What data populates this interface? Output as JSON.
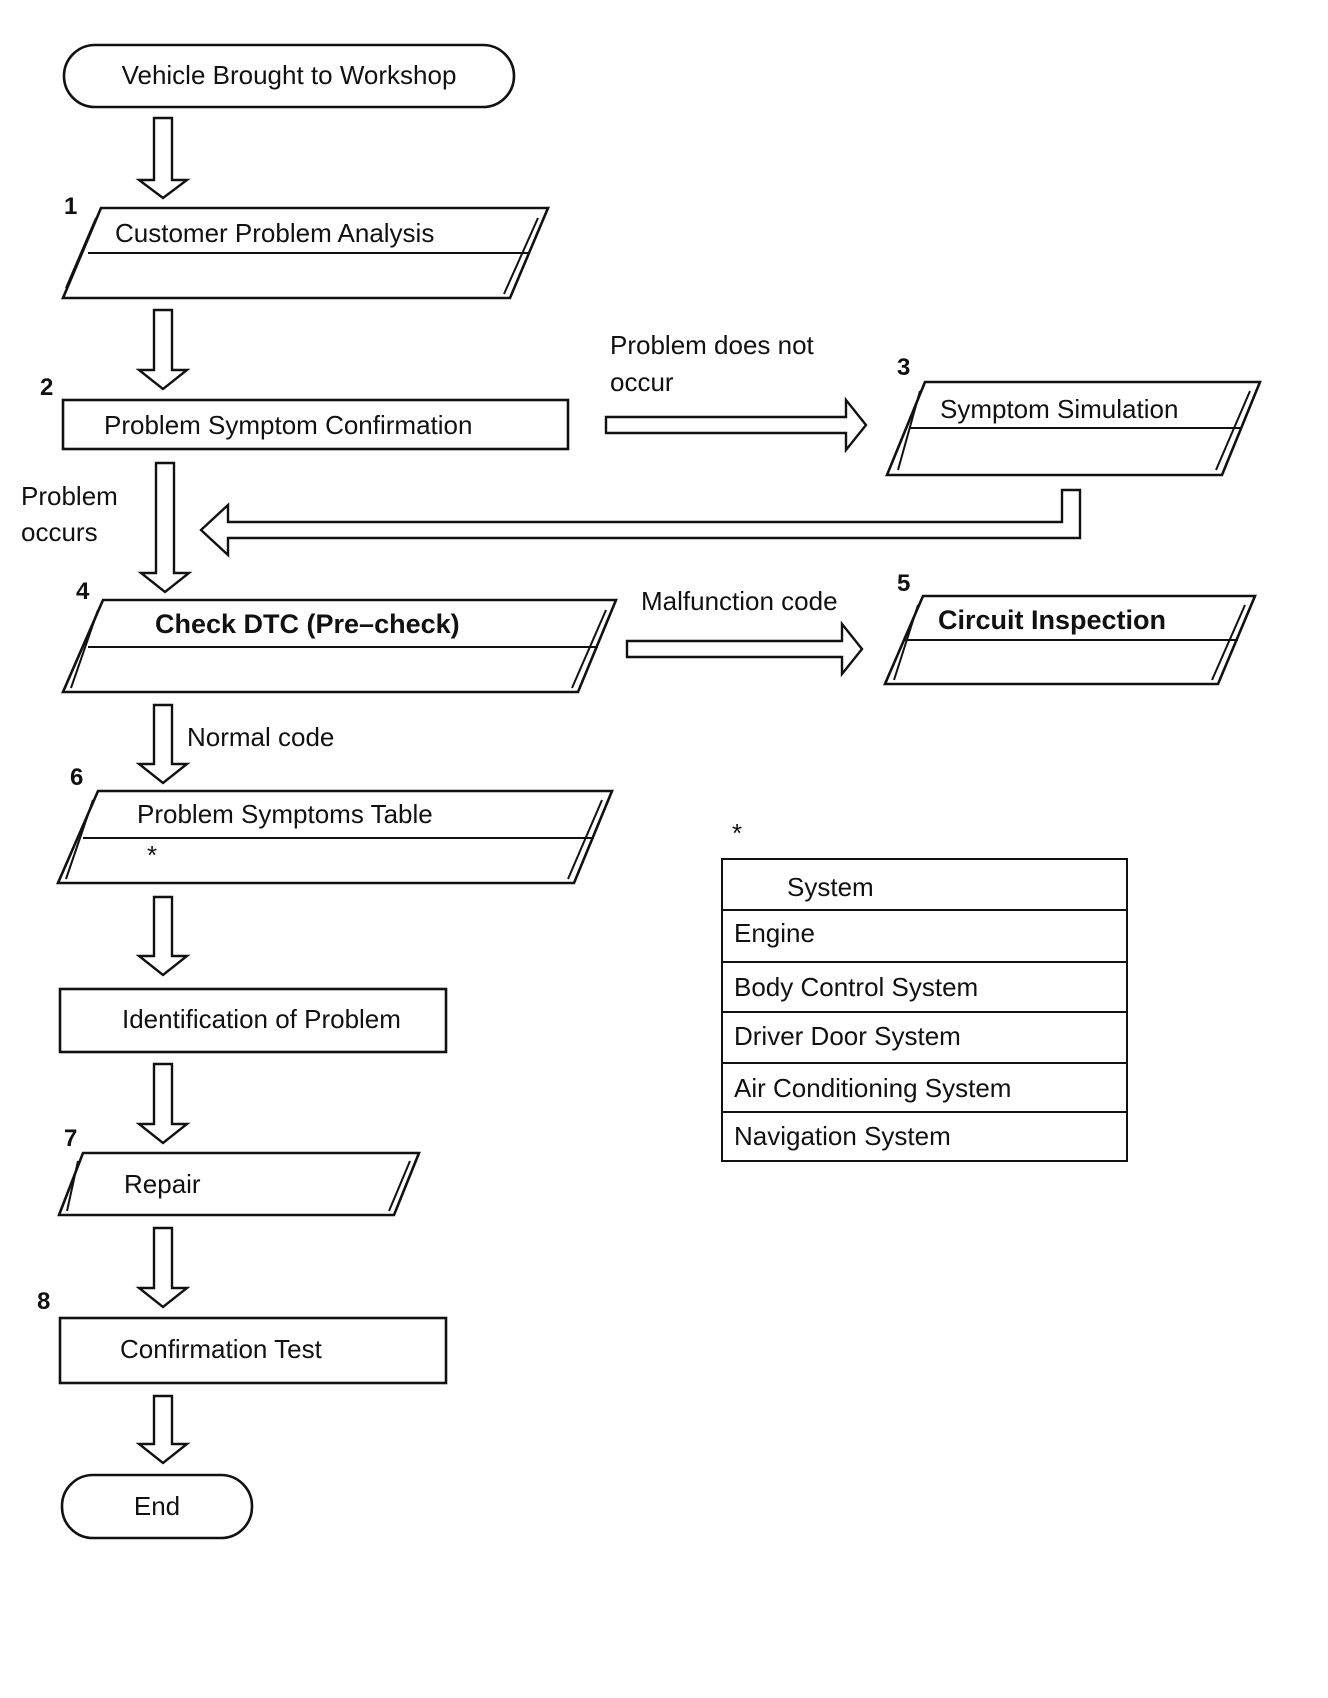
{
  "start": {
    "label": "Vehicle Brought to Workshop"
  },
  "steps": {
    "s1": {
      "number": "1",
      "label": "Customer Problem Analysis"
    },
    "s2": {
      "number": "2",
      "label": "Problem Symptom Confirmation"
    },
    "s3": {
      "number": "3",
      "label": "Symptom Simulation"
    },
    "s4": {
      "number": "4",
      "label": "Check DTC (Pre–check)"
    },
    "s5": {
      "number": "5",
      "label": "Circuit Inspection"
    },
    "s6": {
      "number": "6",
      "label": "Problem Symptoms Table",
      "note": "*"
    },
    "identify": {
      "label": "Identification of Problem"
    },
    "s7": {
      "number": "7",
      "label": "Repair"
    },
    "s8": {
      "number": "8",
      "label": "Confirmation Test"
    }
  },
  "end": {
    "label": "End"
  },
  "flow_labels": {
    "not_occur_line1": "Problem  does  not",
    "not_occur_line2": "occur",
    "occurs_line1": "Problem",
    "occurs_line2": "occurs",
    "malfunction": "Malfunction code",
    "normal": "Normal code"
  },
  "system_table": {
    "marker": "*",
    "header": "System",
    "rows": [
      "Engine",
      "Body Control System",
      "Driver Door System",
      "Air Conditioning System",
      "Navigation System"
    ]
  }
}
